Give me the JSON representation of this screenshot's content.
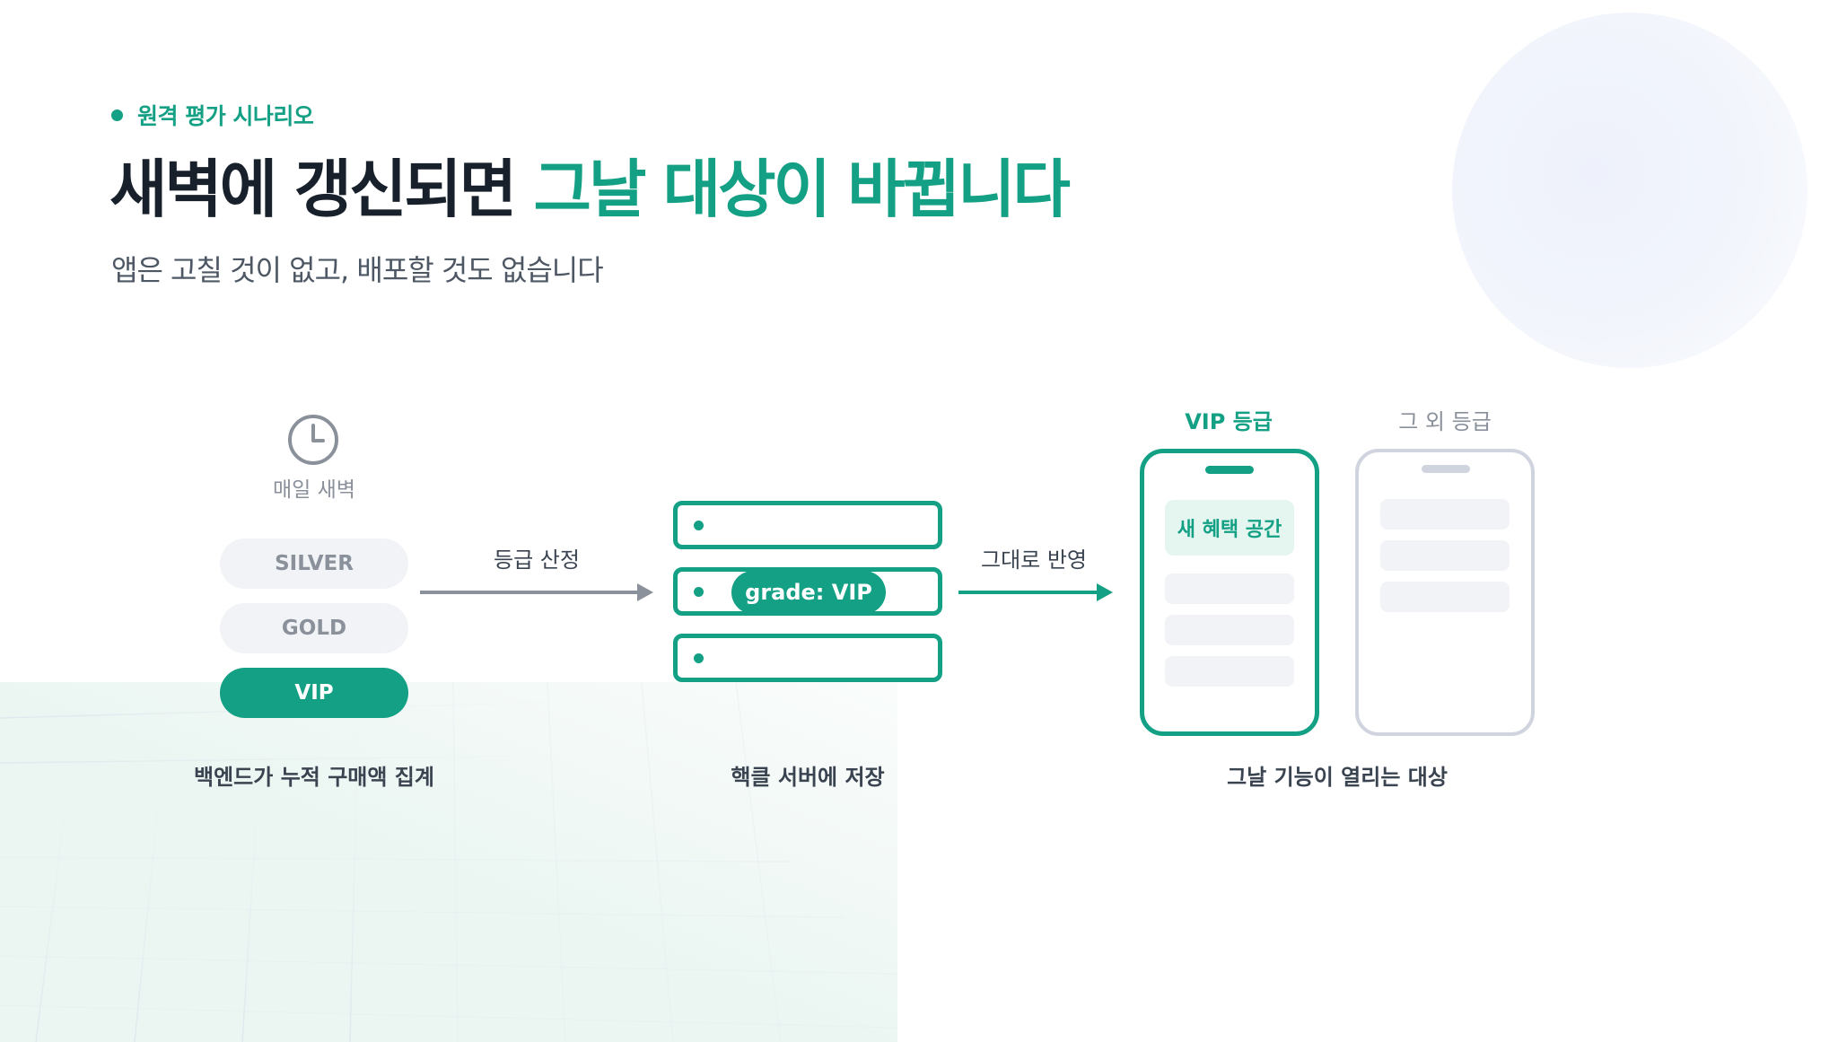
{
  "eyebrow": "원격 평가 시나리오",
  "title": {
    "dark": "새벽에 갱신되면",
    "accent": "그날 대상이 바뀝니다"
  },
  "subtitle": "앱은 고칠 것이 없고, 배포할 것도 없습니다",
  "colors": {
    "accent": "#14a084",
    "text": "#17202b",
    "muted": "#8a919b",
    "pill_bg": "#f1f3f6",
    "benefit_bg": "#e5f6f1",
    "arrow_gray": "#8a919b"
  },
  "schedule": {
    "icon": "clock-icon",
    "label": "매일 새벽"
  },
  "tiers": [
    "SILVER",
    "GOLD",
    "VIP"
  ],
  "steps": {
    "assign": "등급 산정",
    "reflect": "그대로 반영"
  },
  "server": {
    "badge": "grade: VIP"
  },
  "phones": {
    "vip": {
      "heading": "VIP 등급",
      "benefit": "새 혜택 공간"
    },
    "other": {
      "heading": "그 외 등급"
    }
  },
  "captions": {
    "backend": "백엔드가 누적 구매액 집계",
    "store": "핵클 서버에 저장",
    "target": "그날 기능이 열리는 대상"
  }
}
